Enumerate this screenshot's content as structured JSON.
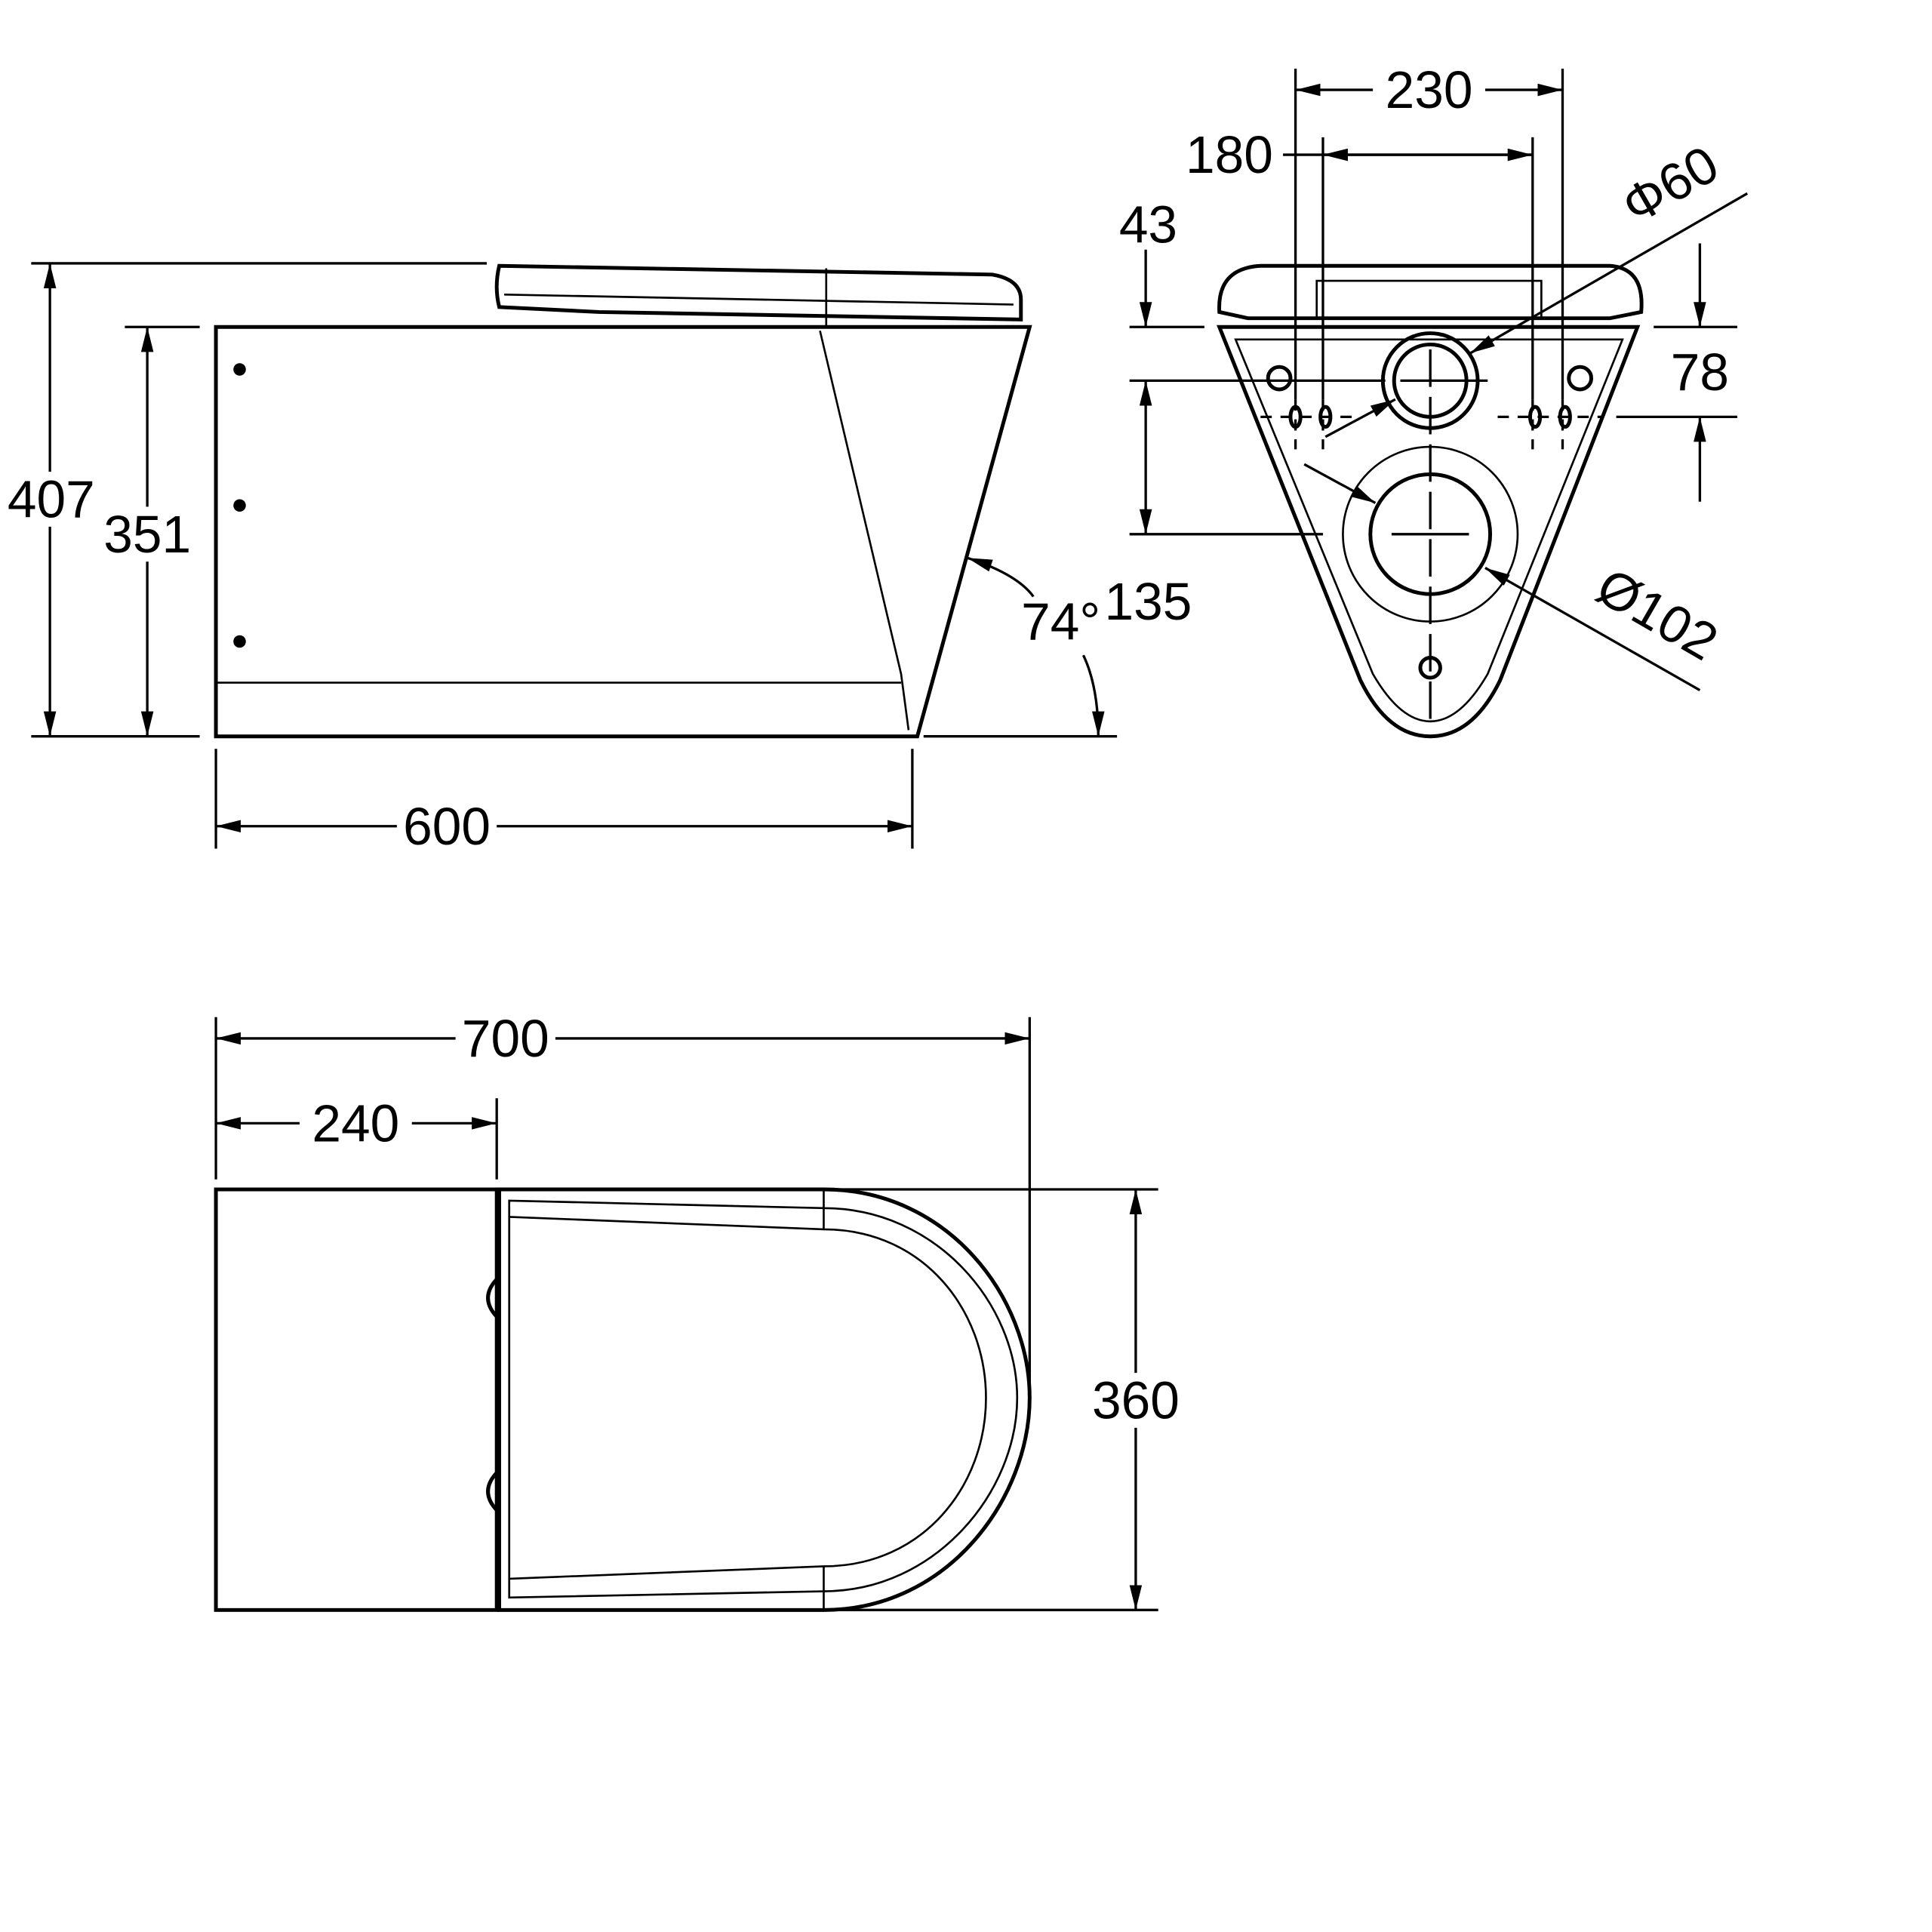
{
  "side_view": {
    "height_total": "407",
    "height_body": "351",
    "length": "600",
    "angle": "74°"
  },
  "front_view": {
    "width_outer": "230",
    "width_inner": "180",
    "offset_top": "43",
    "offset_center": "135",
    "offset_holes": "78",
    "dia_small": "Φ60",
    "dia_large": "Ø102"
  },
  "top_view": {
    "length_total": "700",
    "length_back": "240",
    "width": "360"
  }
}
